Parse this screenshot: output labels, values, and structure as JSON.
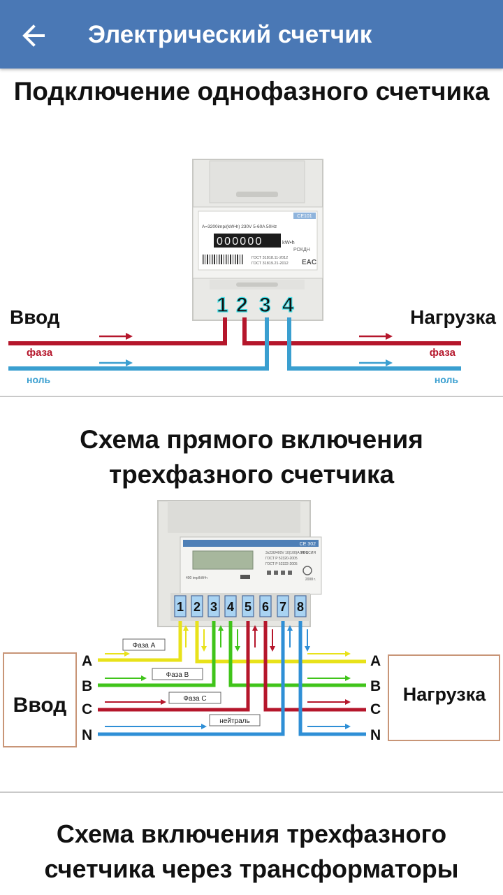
{
  "appbar": {
    "title": "Электрический счетчик"
  },
  "sections": [
    {
      "title": "Подключение однофазного счетчика",
      "diagram": {
        "input_label": "Ввод",
        "load_label": "Нагрузка",
        "phase_label": "фаза",
        "neutral_label": "ноль",
        "terminals": [
          "1",
          "2",
          "3",
          "4"
        ],
        "meter": {
          "brand": "СЕ101",
          "spec_line": "A=3200imp/(kW•h) 230V 5-60A 50Hz",
          "counter_digits": "000000",
          "unit": "kW•h",
          "model": "РОКДН",
          "gost_1": "ГОСТ 31818.11-2012",
          "gost_2": "ГОСТ 31819.21-2012",
          "cert": "EAC"
        }
      }
    },
    {
      "title": "Схема прямого включения трехфазного счетчика",
      "diagram": {
        "input_label": "Ввод",
        "load_label": "Нагрузка",
        "phase_names": [
          "A",
          "B",
          "C",
          "N"
        ],
        "wire_labels": [
          "Фаза А",
          "Фаза В",
          "Фаза С",
          "нейтраль"
        ],
        "terminals": [
          "1",
          "2",
          "3",
          "4",
          "5",
          "6",
          "7",
          "8"
        ],
        "meter": {
          "brand": "CE 302",
          "spec_line_1": "3x230/400V 10(100)A 50Hz",
          "spec_line_2": "ГОСТ Р 52320-2005",
          "spec_line_3": "ГОСТ Р 52322-2005",
          "origin": "РОССИЯ",
          "year": "2008 г.",
          "impulse": "400 imp/kW•h"
        }
      }
    },
    {
      "title": "Схема включения трехфазного счетчика через трансформаторы"
    }
  ],
  "colors": {
    "appbar": "#4a78b5",
    "phase_red": "#b5162b",
    "neutral_blue": "#3a9fd0",
    "phase_yellow": "#e8e21a",
    "phase_green": "#40c41a",
    "terminal_cyan": "#3fe0e8"
  }
}
